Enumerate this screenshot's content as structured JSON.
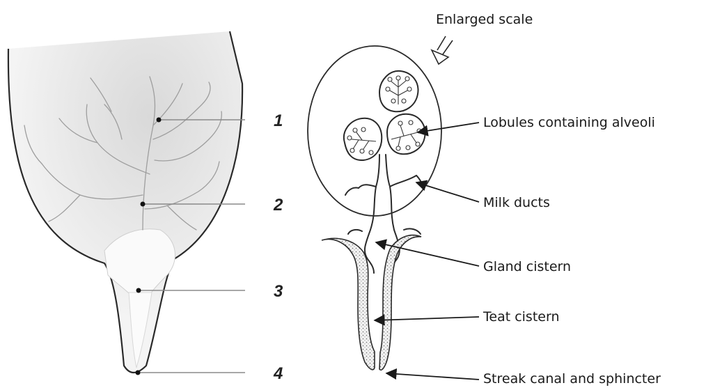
{
  "left_figure": {
    "markers": [
      {
        "number": "1"
      },
      {
        "number": "2"
      },
      {
        "number": "3"
      },
      {
        "number": "4"
      }
    ]
  },
  "right_figure": {
    "scale_note": "Enlarged scale",
    "labels": [
      {
        "text": "Lobules containing alveoli"
      },
      {
        "text": "Milk ducts"
      },
      {
        "text": "Gland cistern"
      },
      {
        "text": "Teat cistern"
      },
      {
        "text": "Streak canal and sphincter"
      }
    ]
  }
}
